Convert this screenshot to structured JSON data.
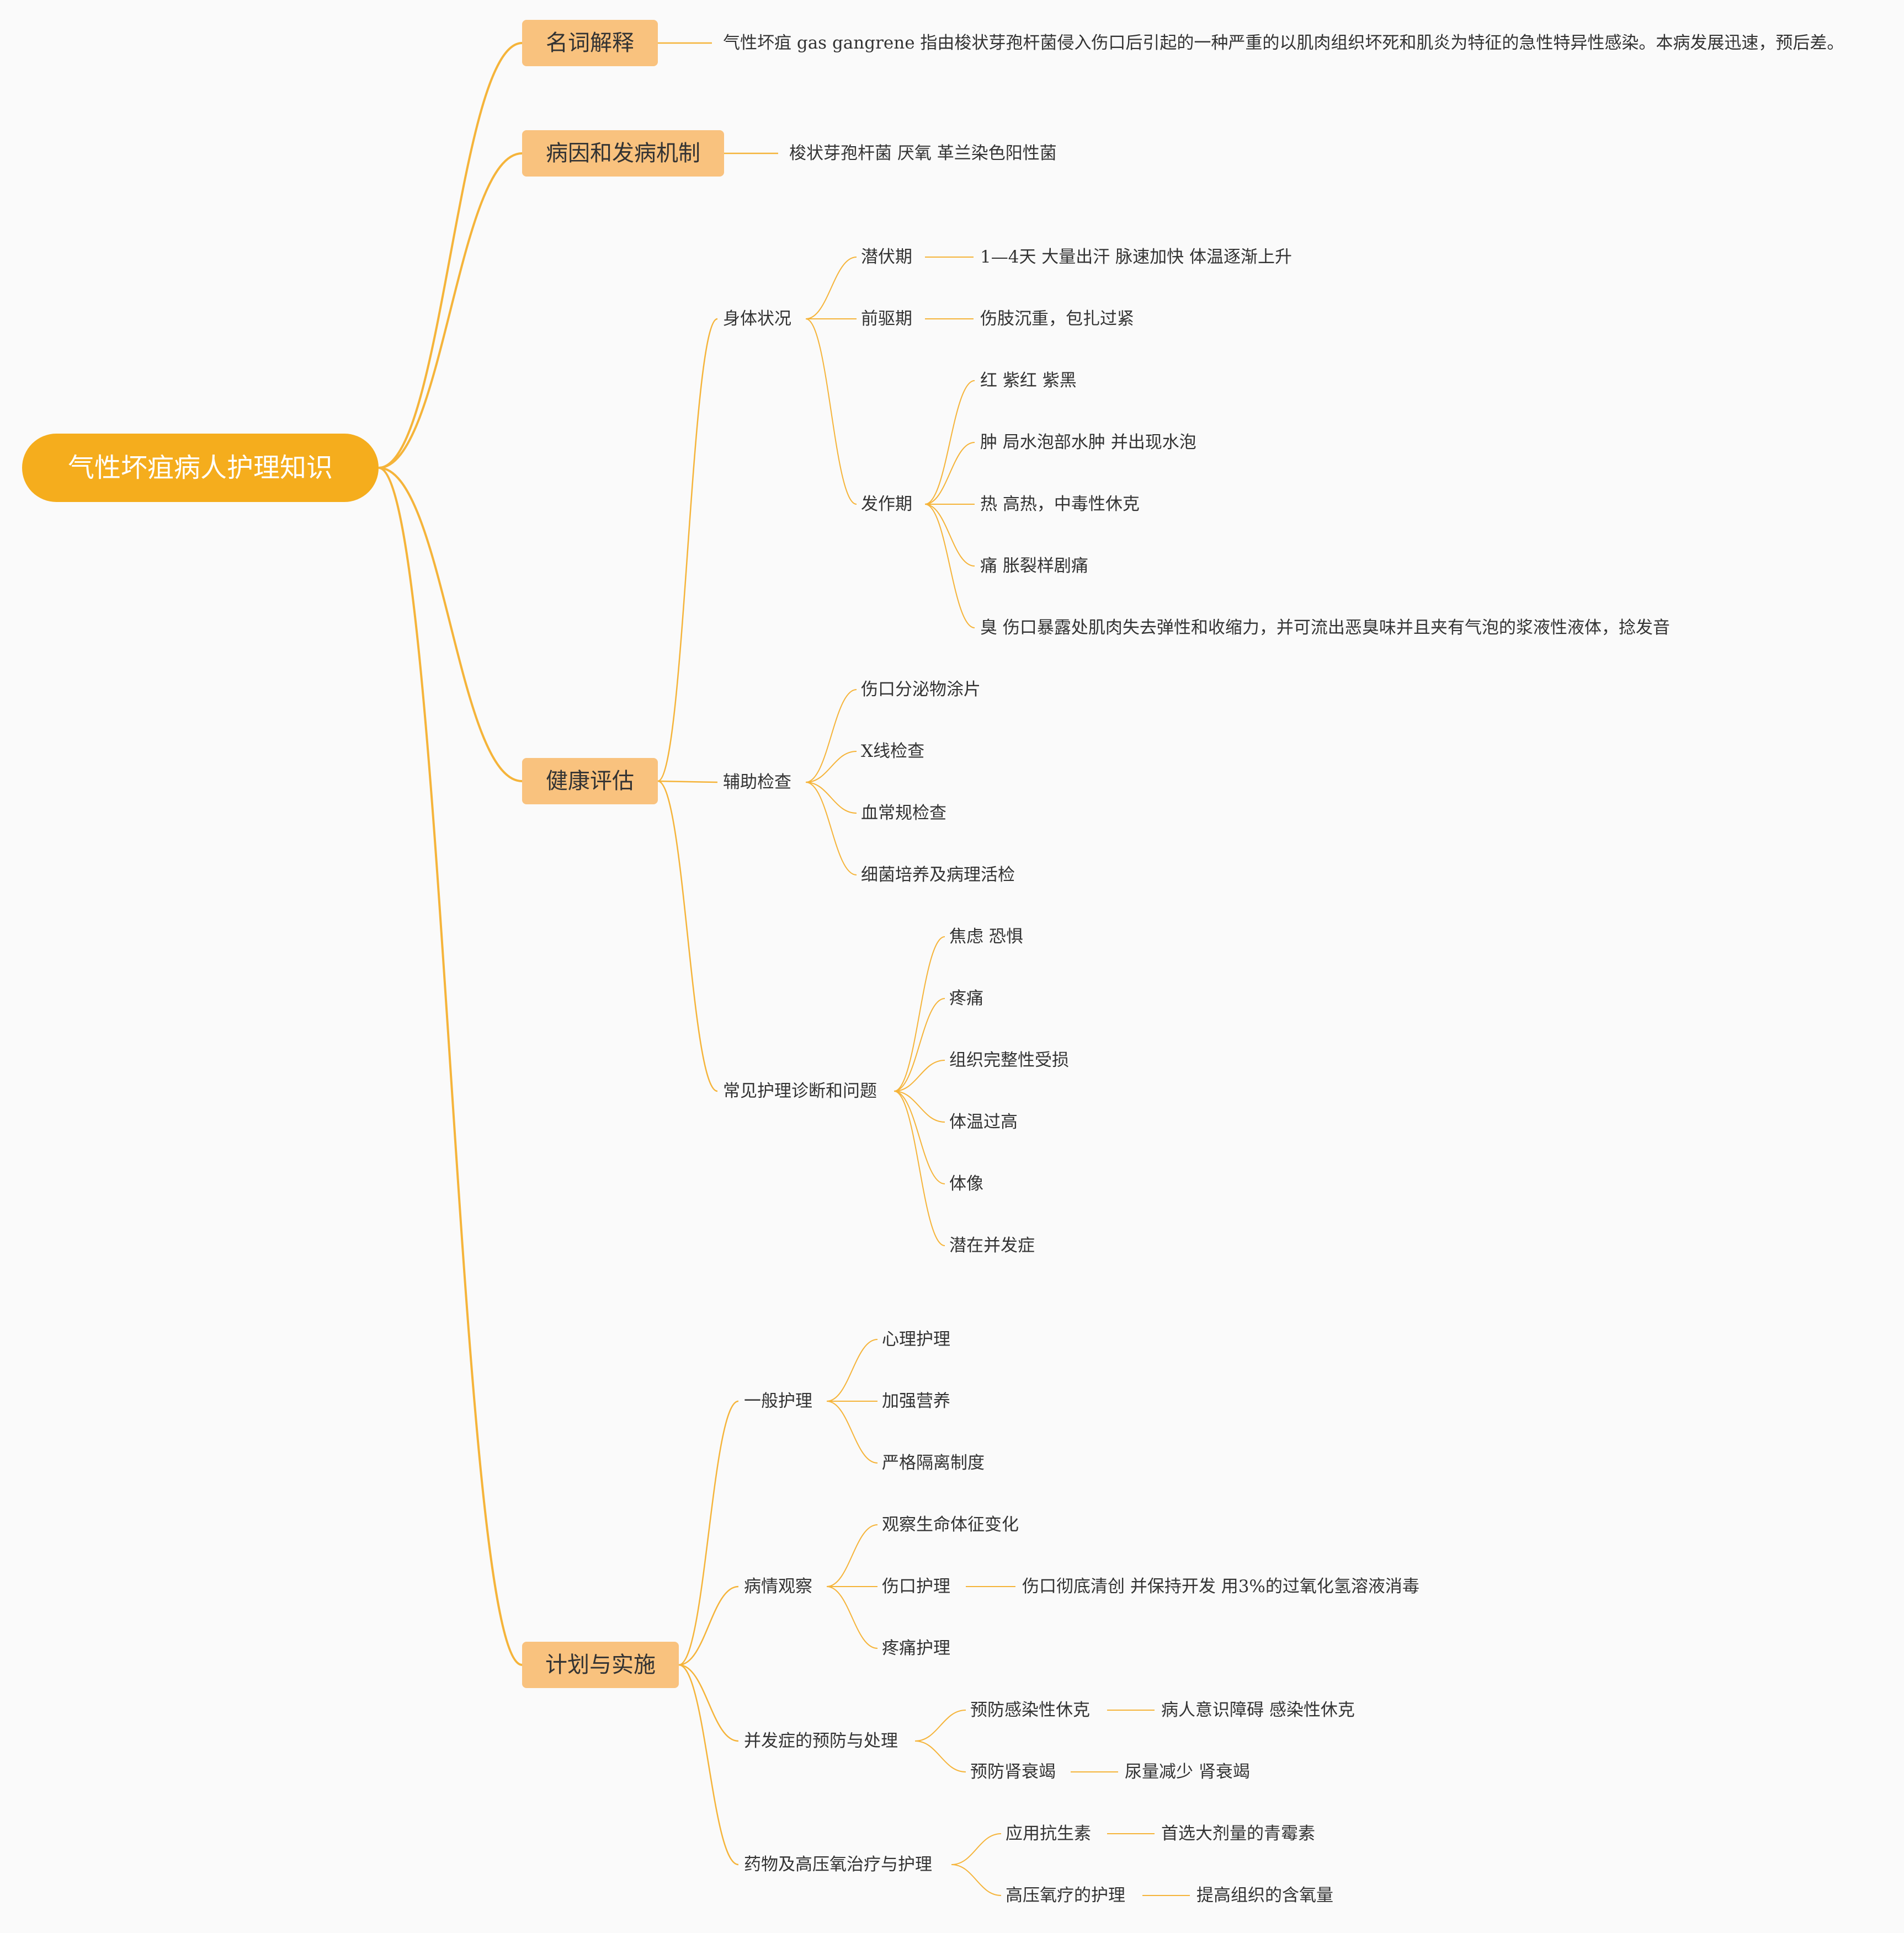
{
  "root": "气性坏疽病人护理知识",
  "colors": {
    "root": "#f5ad1d",
    "level1": "#f9c27e",
    "line": "#f5b43a",
    "background": "#fafafa"
  },
  "branches": [
    {
      "label": "名词解释",
      "detail": "气性坏疽 gas gangrene 指由梭状芽孢杆菌侵入伤口后引起的一种严重的以肌肉组织坏死和肌炎为特征的急性特异性感染。本病发展迅速，预后差。"
    },
    {
      "label": "病因和发病机制",
      "detail": "梭状芽孢杆菌 厌氧 革兰染色阳性菌"
    },
    {
      "label": "健康评估",
      "body": {
        "label": "身体状况",
        "stages": [
          {
            "label": "潜伏期",
            "detail": "1—4天 大量出汗 脉速加快 体温逐渐上升"
          },
          {
            "label": "前驱期",
            "detail": "伤肢沉重，包扎过紧"
          },
          {
            "label": "发作期",
            "items": [
              "红 紫红 紫黑",
              "肿 局水泡部水肿 并出现水泡",
              "热 高热，中毒性休克",
              "痛 胀裂样剧痛",
              "臭 伤口暴露处肌肉失去弹性和收缩力，并可流出恶臭味并且夹有气泡的浆液性液体，捻发音"
            ]
          }
        ]
      },
      "aux": {
        "label": "辅助检查",
        "items": [
          "伤口分泌物涂片",
          "X线检查",
          "血常规检查",
          "细菌培养及病理活检"
        ]
      },
      "diag": {
        "label": "常见护理诊断和问题",
        "items": [
          "焦虑 恐惧",
          "疼痛",
          "组织完整性受损",
          "体温过高",
          "体像",
          "潜在并发症"
        ]
      }
    },
    {
      "label": "计划与实施",
      "general": {
        "label": "一般护理",
        "items": [
          "心理护理",
          "加强营养",
          "严格隔离制度"
        ]
      },
      "observe": {
        "label": "病情观察",
        "items": [
          {
            "label": "观察生命体征变化"
          },
          {
            "label": "伤口护理",
            "detail": "伤口彻底清创 并保持开发 用3%的过氧化氢溶液消毒"
          },
          {
            "label": "疼痛护理"
          }
        ]
      },
      "complication": {
        "label": "并发症的预防与处理",
        "items": [
          {
            "label": "预防感染性休克",
            "detail": "病人意识障碍 感染性休克"
          },
          {
            "label": "预防肾衰竭",
            "detail": "尿量减少 肾衰竭"
          }
        ]
      },
      "drug": {
        "label": "药物及高压氧治疗与护理",
        "items": [
          {
            "label": "应用抗生素",
            "detail": "首选大剂量的青霉素"
          },
          {
            "label": "高压氧疗的护理",
            "detail": "提高组织的含氧量"
          }
        ]
      }
    }
  ]
}
